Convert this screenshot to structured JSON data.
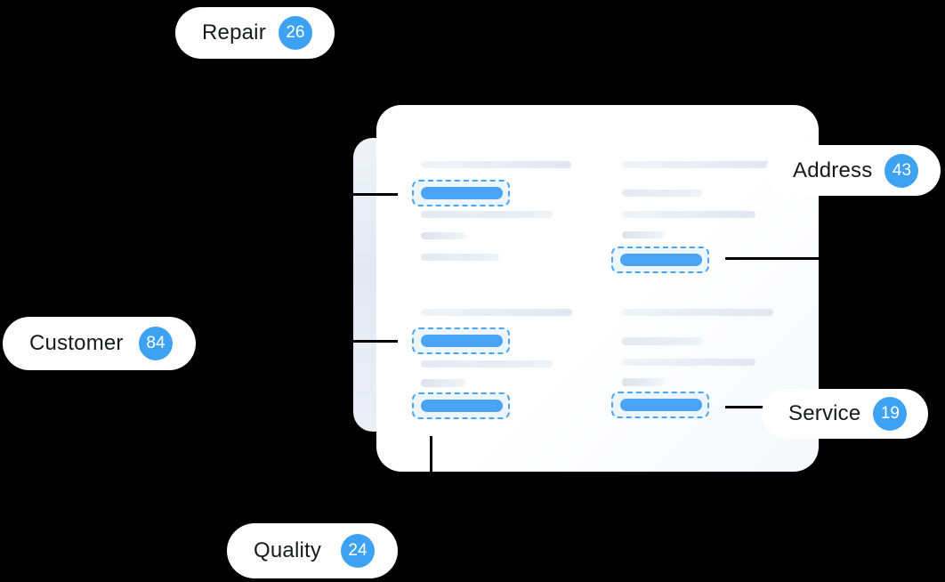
{
  "callouts": {
    "repair": {
      "label": "Repair",
      "count": "26"
    },
    "address": {
      "label": "Address",
      "count": "43"
    },
    "customer": {
      "label": "Customer",
      "count": "84"
    },
    "service": {
      "label": "Service",
      "count": "19"
    },
    "quality": {
      "label": "Quality",
      "count": "24"
    }
  },
  "colors": {
    "bg": "#000000",
    "card": "#ffffff",
    "card-back": "#e5eaf3",
    "accent": "#3ea2f3",
    "hl-fill": "#49a4f6",
    "hl-border": "#4aa4f0",
    "hl-bg": "#edf5fd",
    "line": "#000000",
    "text": "#17191c"
  }
}
